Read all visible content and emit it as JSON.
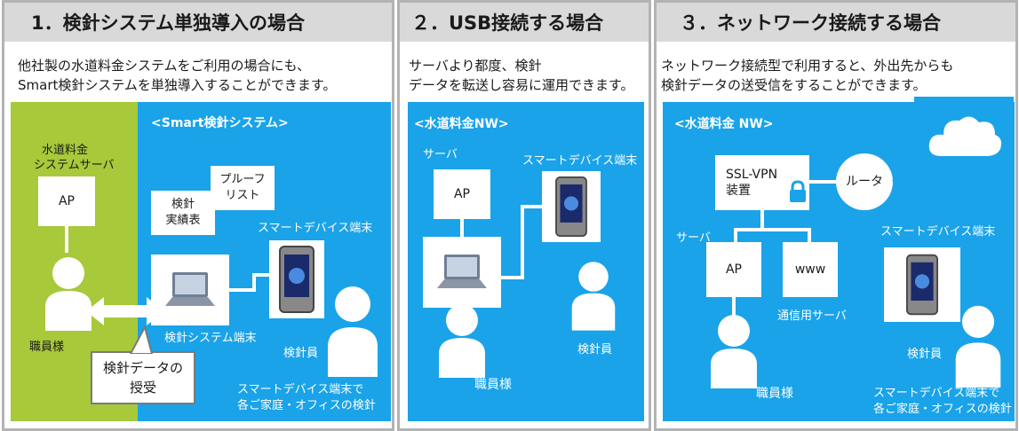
{
  "panels": {
    "p1": {
      "title": "1．検針システム単独導入の場合",
      "desc1": "他社製の水道料金システムをご利用の場合にも、",
      "desc2": "Smart検針システムを単独導入することができます。",
      "server_label1": "水道料金",
      "server_label2": "システムサーバ",
      "ap": "AP",
      "staff": "職員様",
      "system_title": "<Smart検針システム>",
      "doc1_line1": "検針",
      "doc1_line2": "実績表",
      "doc2_line1": "プルーフ",
      "doc2_line2": "リスト",
      "device_label": "スマートデバイス端末",
      "laptop_label": "検針システム端末",
      "meter_reader": "検針員",
      "transfer_line1": "検針データの",
      "transfer_line2": "授受",
      "foot1": "スマートデバイス端末で",
      "foot2": "各ご家庭・オフィスの検針"
    },
    "p2": {
      "title": "２．USB接続する場合",
      "desc1": "サーバより都度、検針",
      "desc2": "データを転送し容易に運用できます。",
      "nw_title": "<水道料金NW>",
      "server": "サーバ",
      "ap": "AP",
      "device_label": "スマートデバイス端末",
      "staff": "職員様",
      "meter_reader": "検針員"
    },
    "p3": {
      "title": "３．ネットワーク接続する場合",
      "desc1": "ネットワーク接続型で利用すると、外出先からも",
      "desc2": "検針データの送受信をすることができます。",
      "nw_title": "<水道料金 NW>",
      "vpn_line1": "SSL-VPN",
      "vpn_line2": "装置",
      "router": "ルータ",
      "server": "サーバ",
      "ap": "AP",
      "www": "www",
      "comm_server": "通信用サーバ",
      "staff": "職員様",
      "device_label": "スマートデバイス端末",
      "meter_reader": "検針員",
      "foot1": "スマートデバイス端末で",
      "foot2": "各ご家庭・オフィスの検針"
    }
  },
  "colors": {
    "blue": "#1aa3e8",
    "green": "#a7c93a",
    "header": "#d9d9d9",
    "border": "#b3b3b3"
  }
}
